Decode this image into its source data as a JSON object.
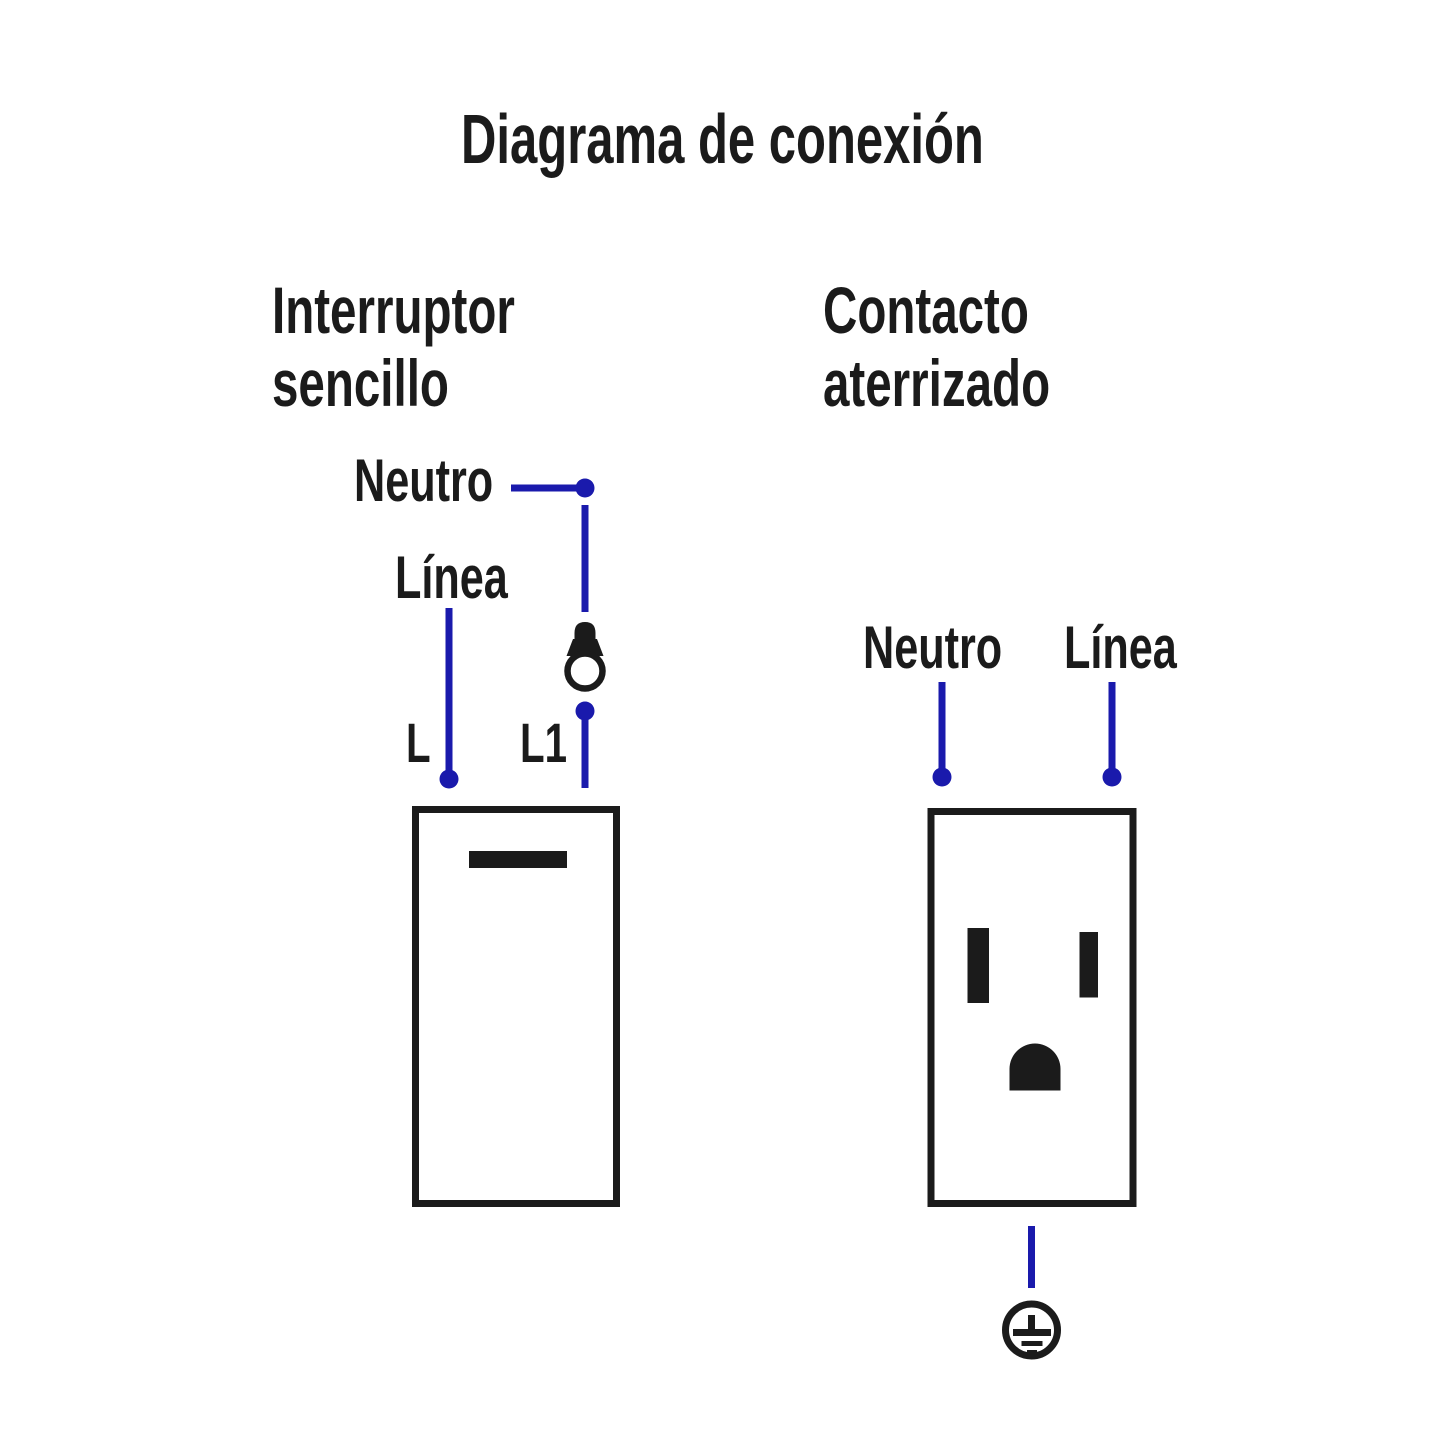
{
  "title": "Diagrama de conexión",
  "colors": {
    "wire": "#1a1aac",
    "ink": "#1b1b1b",
    "background": "#ffffff"
  },
  "switch_section": {
    "heading_line1": "Interruptor",
    "heading_line2": "sencillo",
    "neutral_label": "Neutro",
    "line_label": "Línea",
    "terminal_l": "L",
    "terminal_l1": "L1"
  },
  "outlet_section": {
    "heading_line1": "Contacto",
    "heading_line2": "aterrizado",
    "neutral_label": "Neutro",
    "line_label": "Línea"
  },
  "icons": {
    "bulb": "bulb-icon",
    "ground": "ground-earth-icon",
    "switch": "switch-symbol",
    "outlet": "outlet-symbol"
  }
}
